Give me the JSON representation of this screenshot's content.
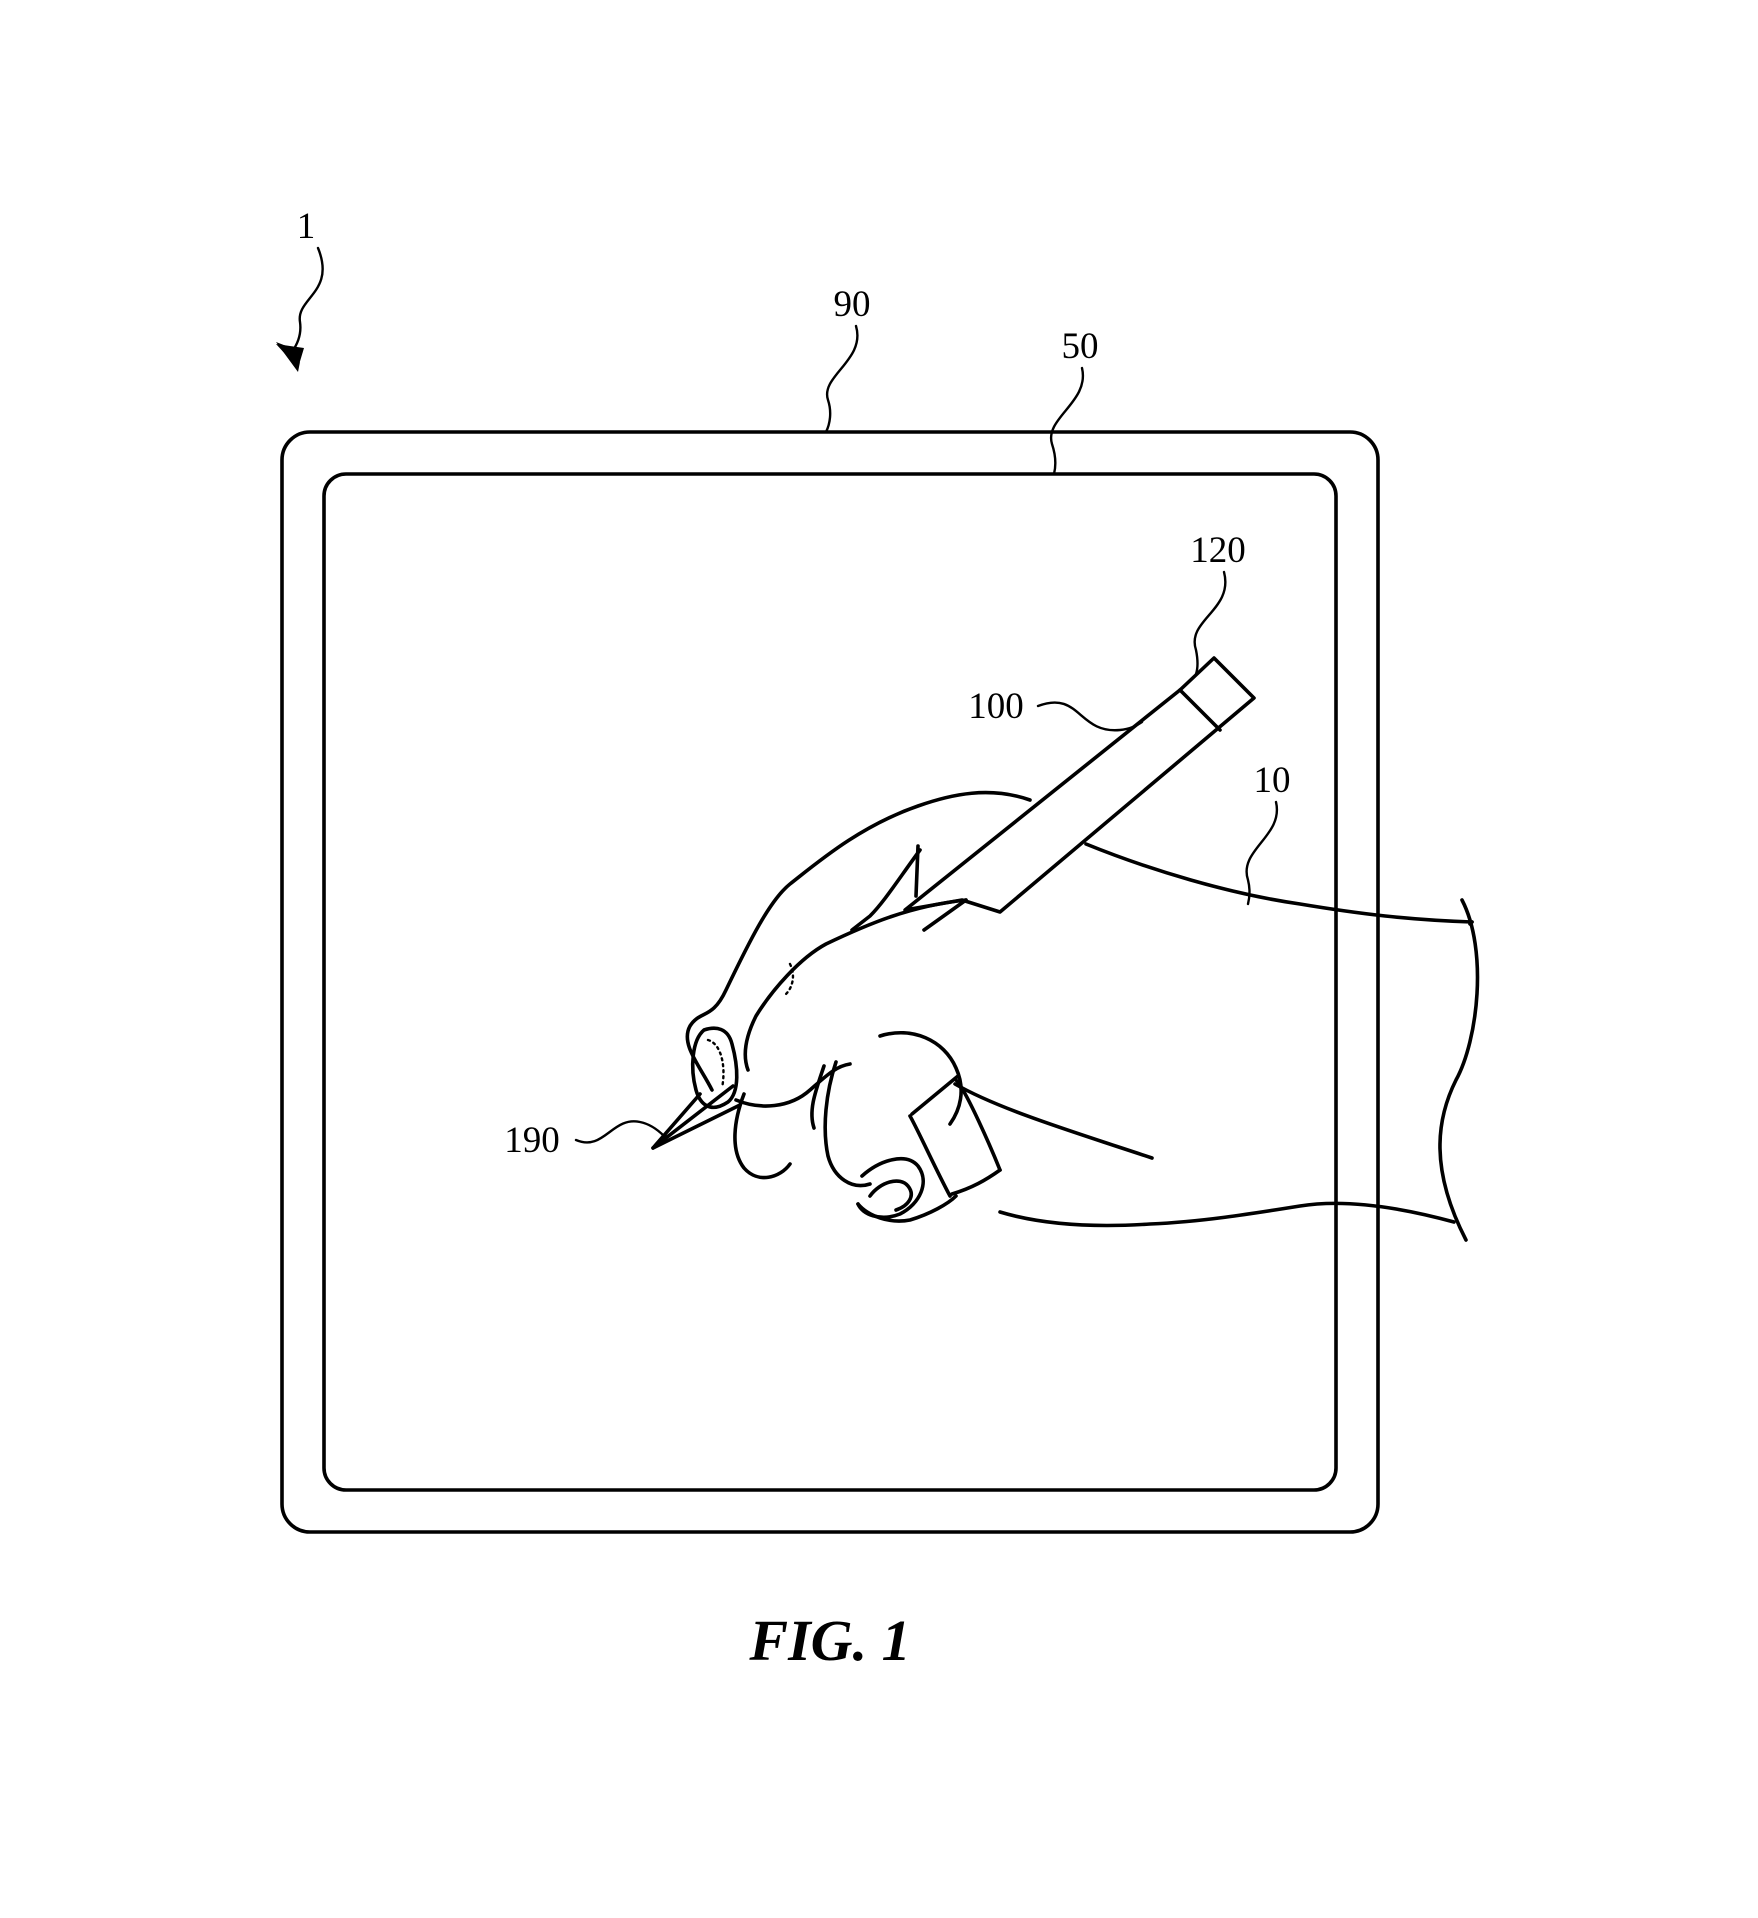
{
  "references": {
    "system": "1",
    "housing": "90",
    "display": "50",
    "stylus_cap": "120",
    "stylus": "100",
    "hand": "10",
    "tip": "190"
  },
  "caption": "FIG. 1"
}
